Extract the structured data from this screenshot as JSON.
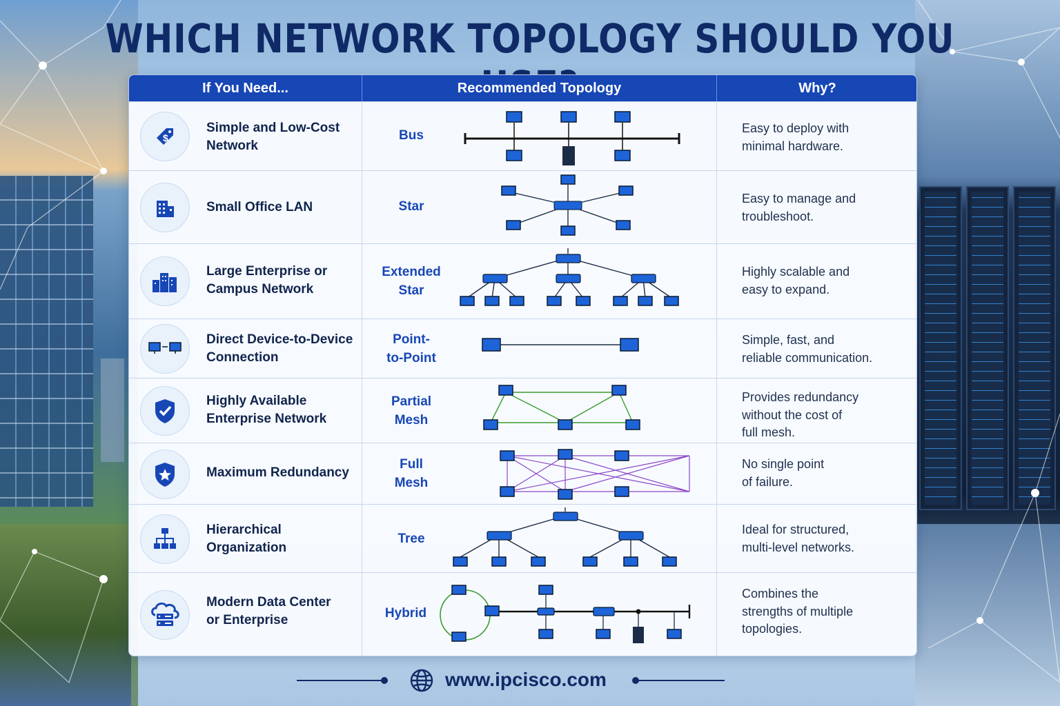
{
  "title": "WHICH NETWORK TOPOLOGY SHOULD YOU USE?",
  "headers": {
    "need": "If You Need...",
    "topology": "Recommended Topology",
    "why": "Why?"
  },
  "rows": [
    {
      "need_lines": [
        "Simple and Low-Cost",
        "Network"
      ],
      "topology_lines": [
        "Bus"
      ],
      "why_lines": [
        "Easy to deploy with",
        "minimal hardware."
      ],
      "icon": "price-tag-icon"
    },
    {
      "need_lines": [
        "Small Office LAN"
      ],
      "topology_lines": [
        "Star"
      ],
      "why_lines": [
        "Easy to manage and",
        "troubleshoot."
      ],
      "icon": "office-building-icon"
    },
    {
      "need_lines": [
        "Large Enterprise or",
        "Campus Network"
      ],
      "topology_lines": [
        "Extended",
        "Star"
      ],
      "why_lines": [
        "Highly scalable and",
        "easy to expand."
      ],
      "icon": "city-buildings-icon"
    },
    {
      "need_lines": [
        "Direct Device-to-Device",
        "Connection"
      ],
      "topology_lines": [
        "Point-",
        "to-Point"
      ],
      "why_lines": [
        "Simple, fast, and",
        "reliable communication."
      ],
      "icon": "two-monitors-link-icon"
    },
    {
      "need_lines": [
        "Highly Available",
        "Enterprise Network"
      ],
      "topology_lines": [
        "Partial",
        "Mesh"
      ],
      "why_lines": [
        "Provides redundancy",
        "without the cost of",
        "full mesh."
      ],
      "icon": "shield-check-icon"
    },
    {
      "need_lines": [
        "Maximum Redundancy"
      ],
      "topology_lines": [
        "Full",
        "Mesh"
      ],
      "why_lines": [
        "No single point",
        "of failure."
      ],
      "icon": "shield-star-icon"
    },
    {
      "need_lines": [
        "Hierarchical",
        "Organization"
      ],
      "topology_lines": [
        "Tree"
      ],
      "why_lines": [
        "Ideal for structured,",
        "multi-level networks."
      ],
      "icon": "hierarchy-icon"
    },
    {
      "need_lines": [
        "Modern Data Center",
        "or Enterprise"
      ],
      "topology_lines": [
        "Hybrid"
      ],
      "why_lines": [
        "Combines the",
        "strengths of multiple",
        "topologies."
      ],
      "icon": "cloud-server-icon"
    }
  ],
  "footer": {
    "url": "www.ipcisco.com",
    "icon": "globe-icon"
  },
  "colors": {
    "title": "#0f2a66",
    "header_bg": "#1746b5",
    "accent": "#1746b5",
    "partial_mesh_link": "#3c9a2f",
    "full_mesh_link": "#8a46c8"
  }
}
